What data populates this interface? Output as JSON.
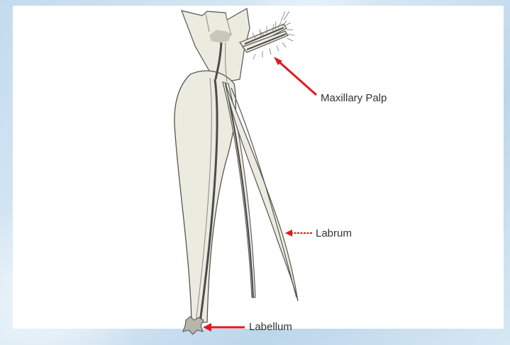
{
  "labels": {
    "maxillary_palp": "Maxillary Palp",
    "labrum": "Labrum",
    "labellum": "Labellum"
  },
  "colors": {
    "frame": "#cfe3f1",
    "panel": "#ffffff",
    "body_fill": "#ecebdf",
    "outline": "#555555",
    "groove": "#5a5a5a",
    "arrow": "#e0191f"
  }
}
